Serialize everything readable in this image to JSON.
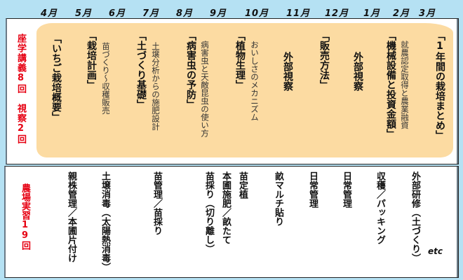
{
  "colors": {
    "background": "#b5e1f3",
    "lecture_box": "#fcdba2",
    "label_red": "#e60012",
    "panel": "#ffffff"
  },
  "months": [
    "4月",
    "5月",
    "6月",
    "7月",
    "8月",
    "9月",
    "10月",
    "11月",
    "12月",
    "1月",
    "2月",
    "3月"
  ],
  "lecture_section": {
    "label": "座学講義8回　視察2回",
    "items": [
      {
        "title": "「いちご栽培概要」",
        "subtitle": ""
      },
      {
        "title": "「栽培計画」",
        "subtitle": "苗づくり～収穫販売"
      },
      {
        "title": "「土づくり基礎」",
        "subtitle": "土壌分析からの施肥設計"
      },
      {
        "title": "「病害虫の予防」",
        "subtitle": "病害虫と天敵昆虫の使い方"
      },
      {
        "title": "「植物生理」",
        "subtitle": "おいしさのメカニズム"
      },
      {
        "title": "外部視察",
        "subtitle": ""
      },
      {
        "title": "「販売方法」",
        "subtitle": ""
      },
      {
        "title": "外部視察",
        "subtitle": ""
      },
      {
        "title": "「機械設備と投資金額」",
        "subtitle": "就農認定取得と農業融資"
      },
      {
        "title": "「1年間の栽培まとめ」",
        "subtitle": ""
      }
    ]
  },
  "farm_section": {
    "label": "農場実習19回",
    "items": [
      "親株管理／本圃片付け",
      "土壌消毒（太陽熱消毒）",
      "苗管理／苗採り",
      "苗採り（切り離し）",
      "本圃施肥／畝たて",
      "苗定植",
      "畝マルチ貼り",
      "日常管理",
      "日常管理",
      "収穫／パッキング",
      "外部研修（土づくり）"
    ],
    "etc": "etc"
  }
}
